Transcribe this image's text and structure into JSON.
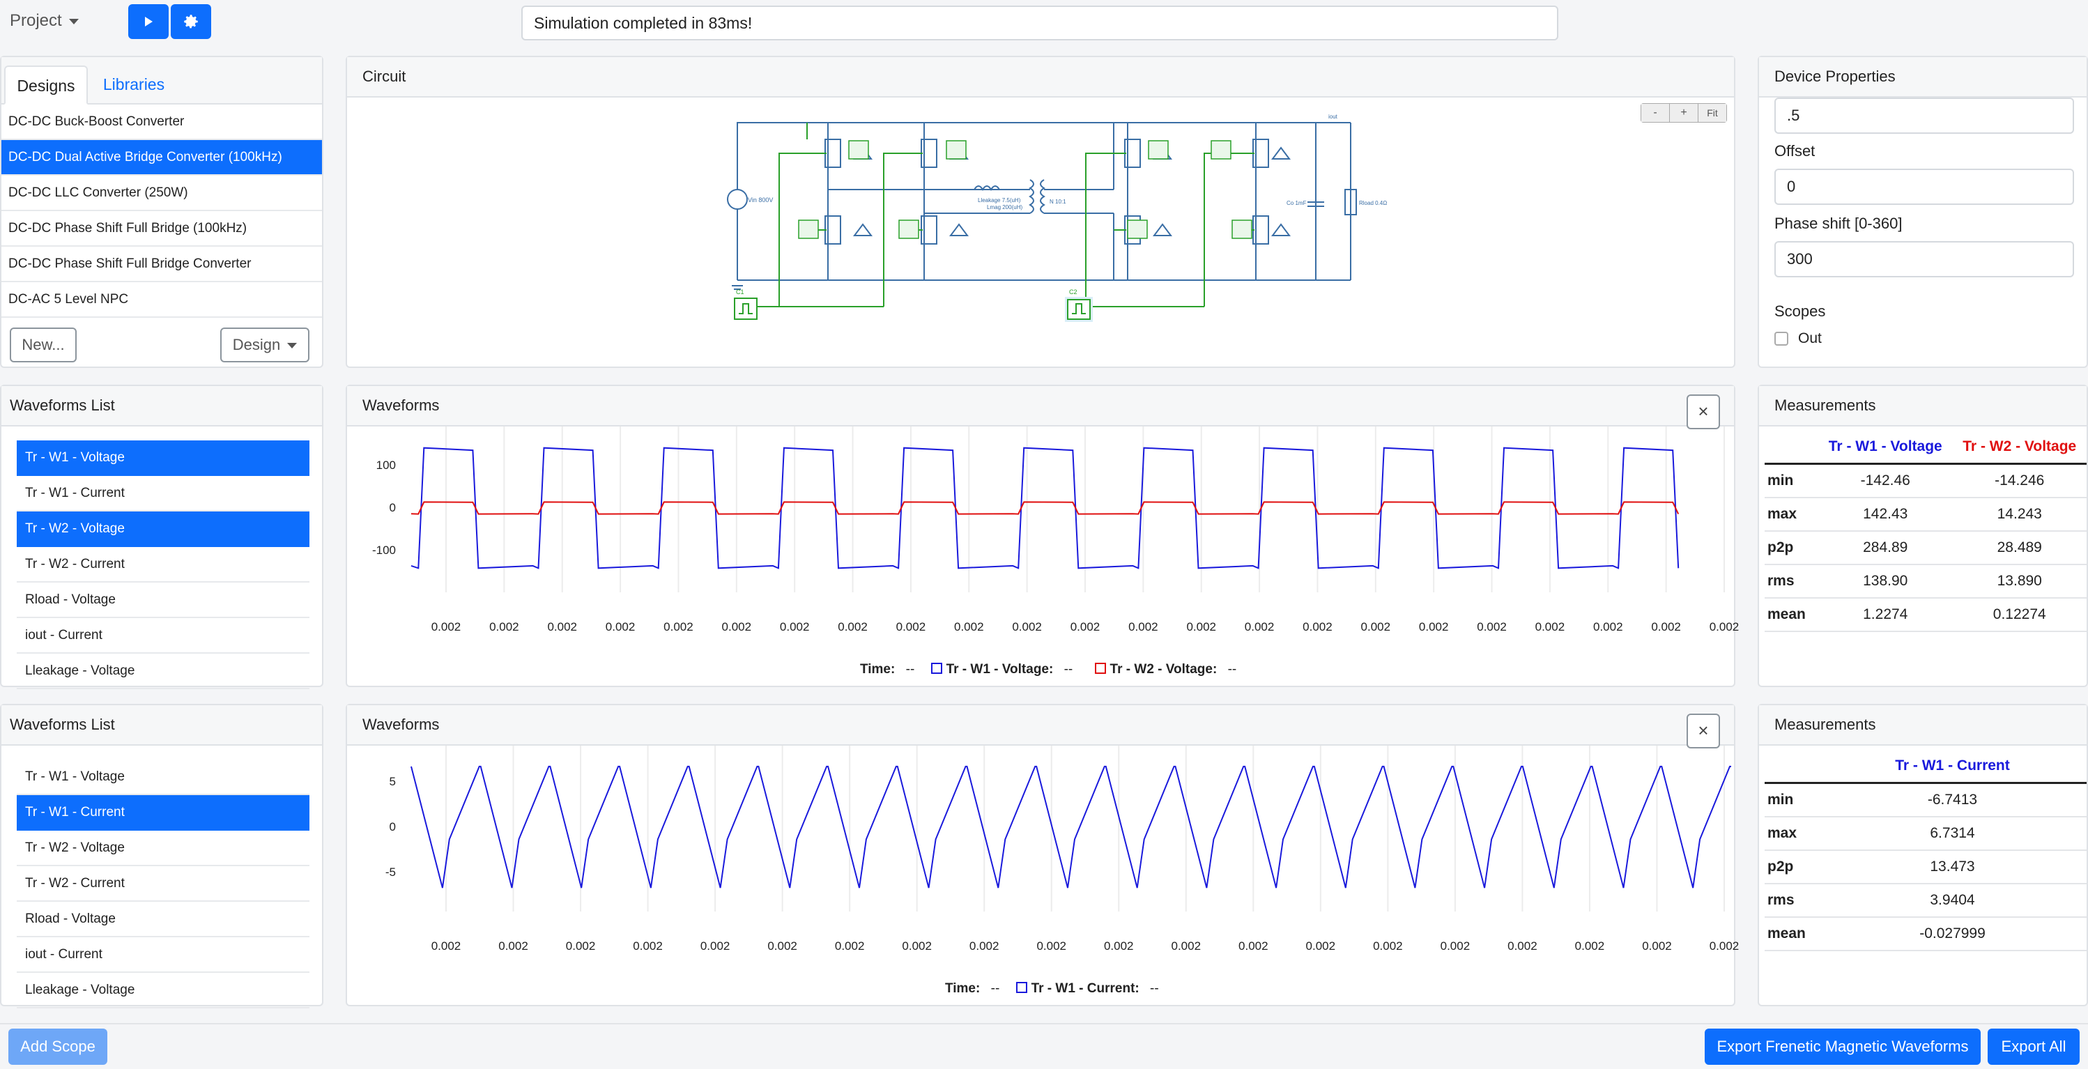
{
  "toolbar": {
    "project_label": "Project",
    "status": "Simulation completed in 83ms!"
  },
  "designs": {
    "tabs": [
      "Designs",
      "Libraries"
    ],
    "items": [
      "DC-DC Buck-Boost Converter",
      "DC-DC Dual Active Bridge Converter (100kHz)",
      "DC-DC LLC Converter (250W)",
      "DC-DC Phase Shift Full Bridge (100kHz)",
      "DC-DC Phase Shift Full Bridge Converter",
      "DC-AC 5 Level NPC"
    ],
    "selected_index": 1,
    "new_label": "New...",
    "design_label": "Design"
  },
  "circuit": {
    "title": "Circuit",
    "zoom_out": "-",
    "zoom_in": "+",
    "fit": "Fit",
    "labels": {
      "vin": "Vin 800V",
      "c1": "C1",
      "c2": "C2",
      "leakage": "Lleakage 7.5(uH)",
      "lmag": "Lmag 200(uH)",
      "ratio": "N 10:1",
      "cout": "Co 1mF",
      "rload": "Rload 0.4Ω",
      "iout": "iout"
    }
  },
  "properties": {
    "title": "Device Properties",
    "first_value": ".5",
    "offset_label": "Offset",
    "offset_value": "0",
    "phase_label": "Phase shift [0-360]",
    "phase_value": "300",
    "scopes_label": "Scopes",
    "scope_out_label": "Out"
  },
  "waveform_list_1": {
    "title": "Waveforms List",
    "items": [
      "Tr - W1 - Voltage",
      "Tr - W1 - Current",
      "Tr - W2 - Voltage",
      "Tr - W2 - Current",
      "Rload - Voltage",
      "iout - Current",
      "Lleakage - Voltage"
    ],
    "selected": [
      0,
      2
    ]
  },
  "waveform_list_2": {
    "title": "Waveforms List",
    "items": [
      "Tr - W1 - Voltage",
      "Tr - W1 - Current",
      "Tr - W2 - Voltage",
      "Tr - W2 - Current",
      "Rload - Voltage",
      "iout - Current",
      "Lleakage - Voltage"
    ],
    "selected": [
      1
    ]
  },
  "waveforms_1": {
    "title": "Waveforms",
    "close": "×",
    "legend_time": "Time:",
    "legend_time_value": "--",
    "legend_s1": "Tr - W1 - Voltage:",
    "legend_s1_value": "--",
    "legend_s2": "Tr - W2 - Voltage:",
    "legend_s2_value": "--"
  },
  "waveforms_2": {
    "title": "Waveforms",
    "close": "×",
    "legend_time": "Time:",
    "legend_time_value": "--",
    "legend_s1": "Tr - W1 - Current:",
    "legend_s1_value": "--"
  },
  "measurements_1": {
    "title": "Measurements",
    "headers": [
      "Tr - W1 - Voltage",
      "Tr - W2 - Voltage"
    ],
    "header_colors": [
      "#1a1adc",
      "#e01010"
    ],
    "rows": [
      [
        "min",
        "-142.46",
        "-14.246"
      ],
      [
        "max",
        "142.43",
        "14.243"
      ],
      [
        "p2p",
        "284.89",
        "28.489"
      ],
      [
        "rms",
        "138.90",
        "13.890"
      ],
      [
        "mean",
        "1.2274",
        "0.12274"
      ]
    ]
  },
  "measurements_2": {
    "title": "Measurements",
    "headers": [
      "Tr - W1 - Current"
    ],
    "header_colors": [
      "#1a1adc"
    ],
    "rows": [
      [
        "min",
        "-6.7413"
      ],
      [
        "max",
        "6.7314"
      ],
      [
        "p2p",
        "13.473"
      ],
      [
        "rms",
        "3.9404"
      ],
      [
        "mean",
        "-0.027999"
      ]
    ]
  },
  "chart_data": [
    {
      "type": "line",
      "x_tick_labels": [
        "0.002",
        "0.002",
        "0.002",
        "0.002",
        "0.002",
        "0.002",
        "0.002",
        "0.002",
        "0.002",
        "0.002",
        "0.002",
        "0.002",
        "0.002",
        "0.002",
        "0.002",
        "0.002",
        "0.002",
        "0.002",
        "0.002",
        "0.002",
        "0.002",
        "0.002",
        "0.002"
      ],
      "y_ticks": [
        100,
        0,
        -100
      ],
      "ylim": [
        -160,
        160
      ],
      "cycles": 11,
      "series": [
        {
          "name": "Tr - W1 - Voltage",
          "color": "#1a1adc",
          "shape": "square",
          "amplitude": 142.43
        },
        {
          "name": "Tr - W2 - Voltage",
          "color": "#e01010",
          "shape": "square",
          "amplitude": 14.243
        }
      ],
      "grid": "x"
    },
    {
      "type": "line",
      "x_tick_labels": [
        "0.002",
        "0.002",
        "0.002",
        "0.002",
        "0.002",
        "0.002",
        "0.002",
        "0.002",
        "0.002",
        "0.002",
        "0.002",
        "0.002",
        "0.002",
        "0.002",
        "0.002",
        "0.002",
        "0.002",
        "0.002",
        "0.002",
        "0.002"
      ],
      "y_ticks": [
        5,
        0,
        -5
      ],
      "ylim": [
        -7.5,
        7.5
      ],
      "cycles": 19,
      "series": [
        {
          "name": "Tr - W1 - Current",
          "color": "#1a1adc",
          "shape": "triangle",
          "amplitude": 6.7314
        }
      ],
      "grid": "x"
    }
  ],
  "footer": {
    "add_scope": "Add Scope",
    "export_fm": "Export Frenetic Magnetic Waveforms",
    "export_all": "Export All"
  }
}
